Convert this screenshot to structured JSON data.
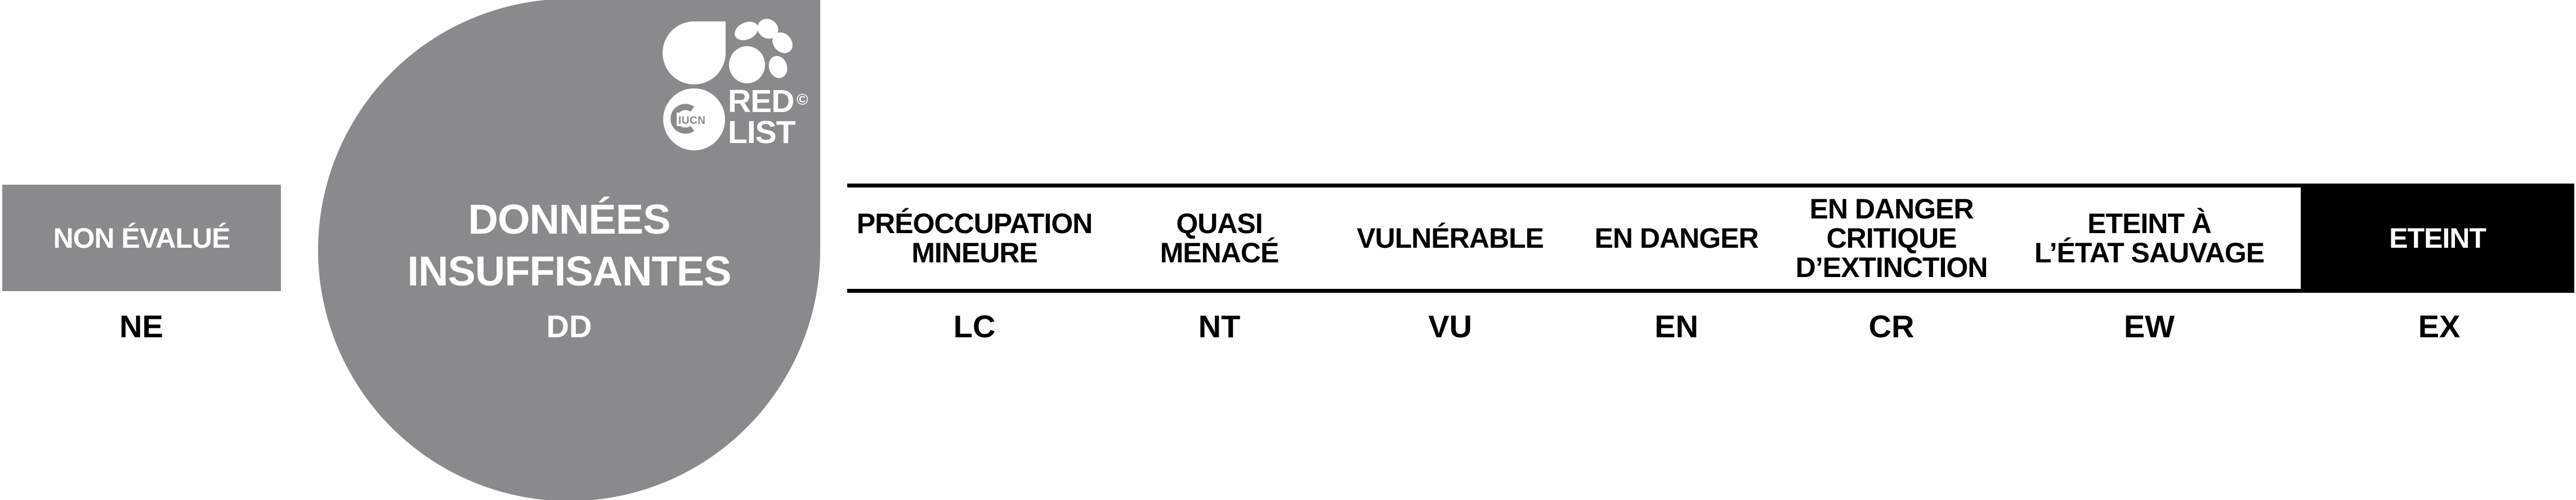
{
  "palette": {
    "gray": "#8a8a8c",
    "black": "#000000",
    "white": "#ffffff"
  },
  "logo": {
    "red": "RED",
    "list": "LIST",
    "iucn": "IUCN",
    "copyright": "©"
  },
  "not_evaluated": {
    "name": "NON ÉVALUÉ",
    "code": "NE"
  },
  "data_deficient": {
    "name_lines": [
      "DONNÉES",
      "INSUFFISANTES"
    ],
    "code": "DD"
  },
  "categories": [
    {
      "code": "LC",
      "lines": [
        "PRÉOCCUPATION",
        "MINEURE"
      ]
    },
    {
      "code": "NT",
      "lines": [
        "QUASI",
        "MENACÉ"
      ]
    },
    {
      "code": "VU",
      "lines": [
        "VULNÉRABLE"
      ]
    },
    {
      "code": "EN",
      "lines": [
        "EN DANGER"
      ]
    },
    {
      "code": "CR",
      "lines": [
        "EN DANGER",
        "CRITIQUE",
        "D’EXTINCTION"
      ]
    },
    {
      "code": "EW",
      "lines": [
        "ETEINT À",
        "L’ÉTAT SAUVAGE"
      ]
    },
    {
      "code": "EX",
      "lines": [
        "ETEINT"
      ]
    }
  ]
}
